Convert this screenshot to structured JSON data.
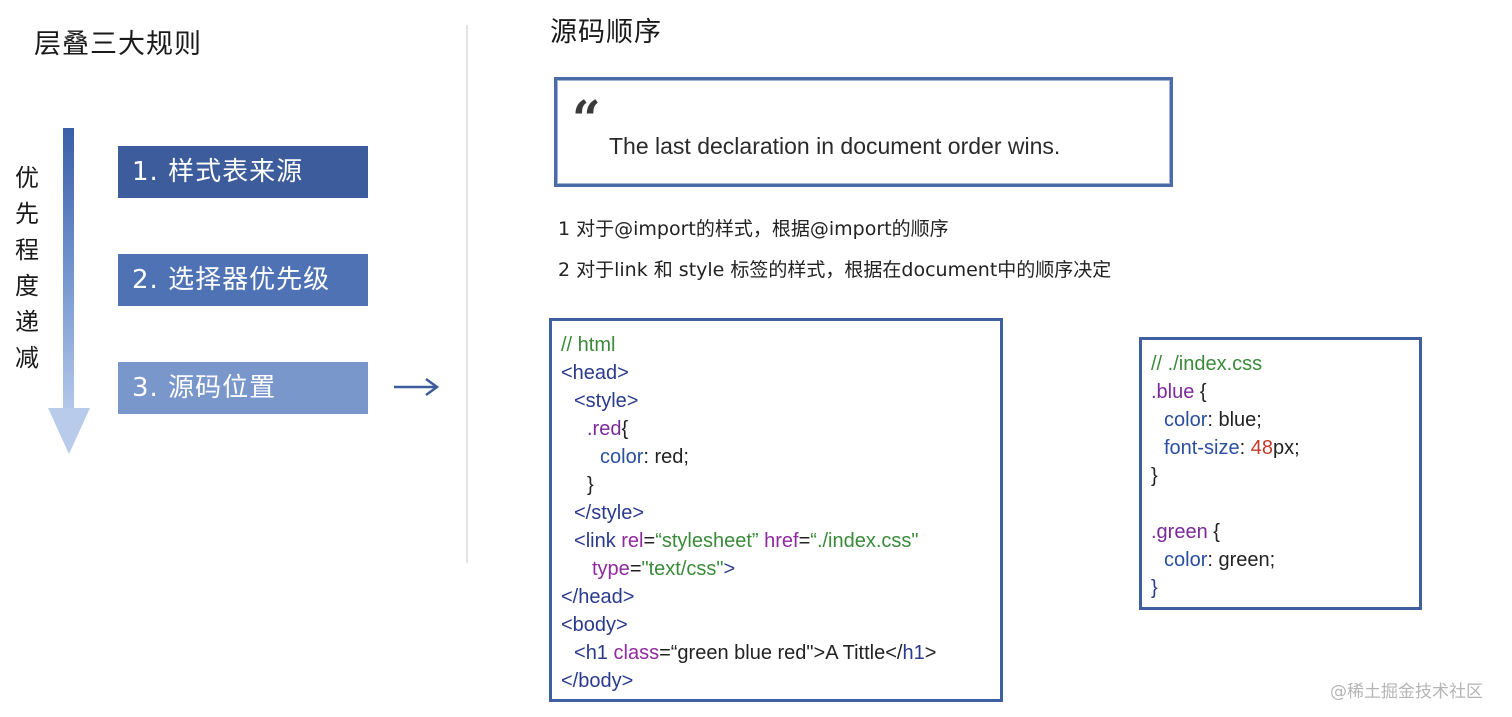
{
  "left": {
    "title": "层叠三大规则",
    "vertical_label": [
      "优",
      "先",
      "程",
      "度",
      "递",
      "减"
    ],
    "rules": [
      "1. 样式表来源",
      "2. 选择器优先级",
      "3. 源码位置"
    ]
  },
  "right": {
    "title": "源码顺序",
    "quote_mark": "“",
    "quote": "The last declaration in document order wins.",
    "notes": [
      "1 对于@import的样式，根据@import的顺序",
      "2 对于link 和 style 标签的样式，根据在document中的顺序决定"
    ]
  },
  "html_code": {
    "comment": "// html",
    "head_open": "<head>",
    "style_open": "<style>",
    "red_selector": ".red",
    "red_brace_open": "{",
    "color_prop": "color",
    "red_value": ": red;",
    "red_brace_close": "}",
    "style_close": "</style>",
    "link_lt": "<",
    "link_tag": "link",
    "rel_attr": "rel",
    "eq1": "=",
    "rel_value": "“stylesheet”",
    "href_attr": "href",
    "eq2": "=",
    "href_value": "“./index.css\"",
    "type_attr": "type",
    "eq3": "=",
    "type_value": "\"text/css\"",
    "link_end": ">",
    "head_close": "</head>",
    "body_open": "<body>",
    "h1_lt": "<",
    "h1_tag": "h1",
    "class_attr": "class",
    "eq4": "=",
    "class_value": "“green blue red\"",
    "h1_text": ">A Tittle</",
    "h1_close_tag": "h1",
    "h1_gt": ">",
    "body_close": "</body>"
  },
  "css_code": {
    "comment": "// ./index.css",
    "blue_selector": ".blue",
    "blue_open": " {",
    "blue_color_prop": "color",
    "blue_color_value": ": blue;",
    "font_size_prop": "font-size",
    "colon": ": ",
    "font_size_num": "48",
    "font_size_unit": "px;",
    "blue_close": "}",
    "green_selector": ".green",
    "green_open": " {",
    "green_color_prop": "color",
    "green_color_value": ": green;",
    "green_close": "}"
  },
  "watermark": "@稀土掘金技术社区",
  "colors": {
    "rule_1": "#3d5c9b",
    "rule_2": "#4f72b5",
    "rule_3": "#7a97cb",
    "code_border": "#3f5f9f",
    "comment": "#3a8a3a",
    "tag": "#2a3a8c",
    "attr": "#8e2a9e",
    "number": "#c43a2a"
  }
}
